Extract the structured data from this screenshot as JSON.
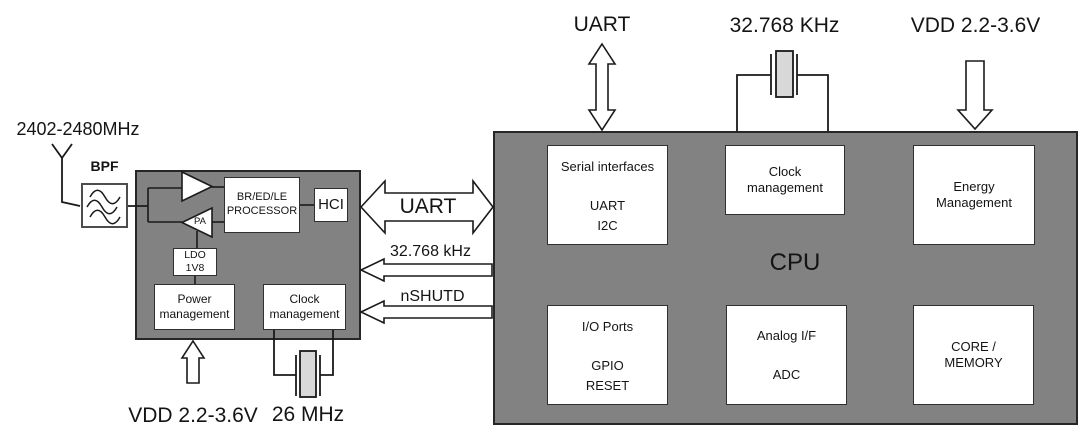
{
  "rf": {
    "freq_label": "2402-2480MHz",
    "bpf_label": "BPF"
  },
  "module": {
    "pa": "PA",
    "processor": "BR/ED/LE\nPROCESSOR",
    "hci": "HCI",
    "ldo": "LDO\n1V8",
    "power_mgmt": "Power\nmanagement",
    "clock_mgmt": "Clock\nmanagement",
    "vdd_label": "VDD 2.2-3.6V",
    "xtal_label": "26 MHz"
  },
  "links": {
    "uart": "UART",
    "clock": "32.768 kHz",
    "shutdown": "nSHUTD"
  },
  "cpu": {
    "title": "CPU",
    "uart_label": "UART",
    "xtal_label": "32.768 KHz",
    "vdd_label": "VDD 2.2-3.6V",
    "serial": "Serial interfaces\n\nUART\nI2C",
    "clock_mgmt": "Clock\nmanagement",
    "energy": "Energy\nManagement",
    "io": "I/O Ports\n\nGPIO\nRESET",
    "analog": "Analog I/F\n\nADC",
    "core": "CORE /\nMEMORY"
  },
  "colors": {
    "block_gray": "#828282",
    "crystal_fill": "#d8d8d8",
    "line": "#1a1a1a"
  }
}
